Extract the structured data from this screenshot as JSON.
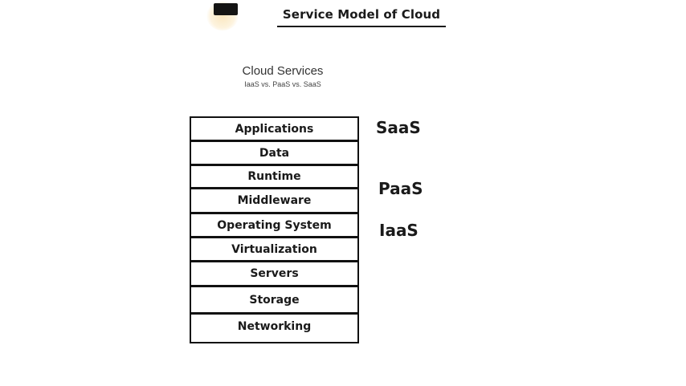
{
  "header": {
    "title": "Service Model of Cloud"
  },
  "diagram": {
    "title": "Cloud Services",
    "subtitle": "IaaS vs. PaaS vs. SaaS",
    "layers": [
      "Applications",
      "Data",
      "Runtime",
      "Middleware",
      "Operating System",
      "Virtualization",
      "Servers",
      "Storage",
      "Networking"
    ],
    "service_models": [
      "SaaS",
      "PaaS",
      "IaaS"
    ]
  }
}
